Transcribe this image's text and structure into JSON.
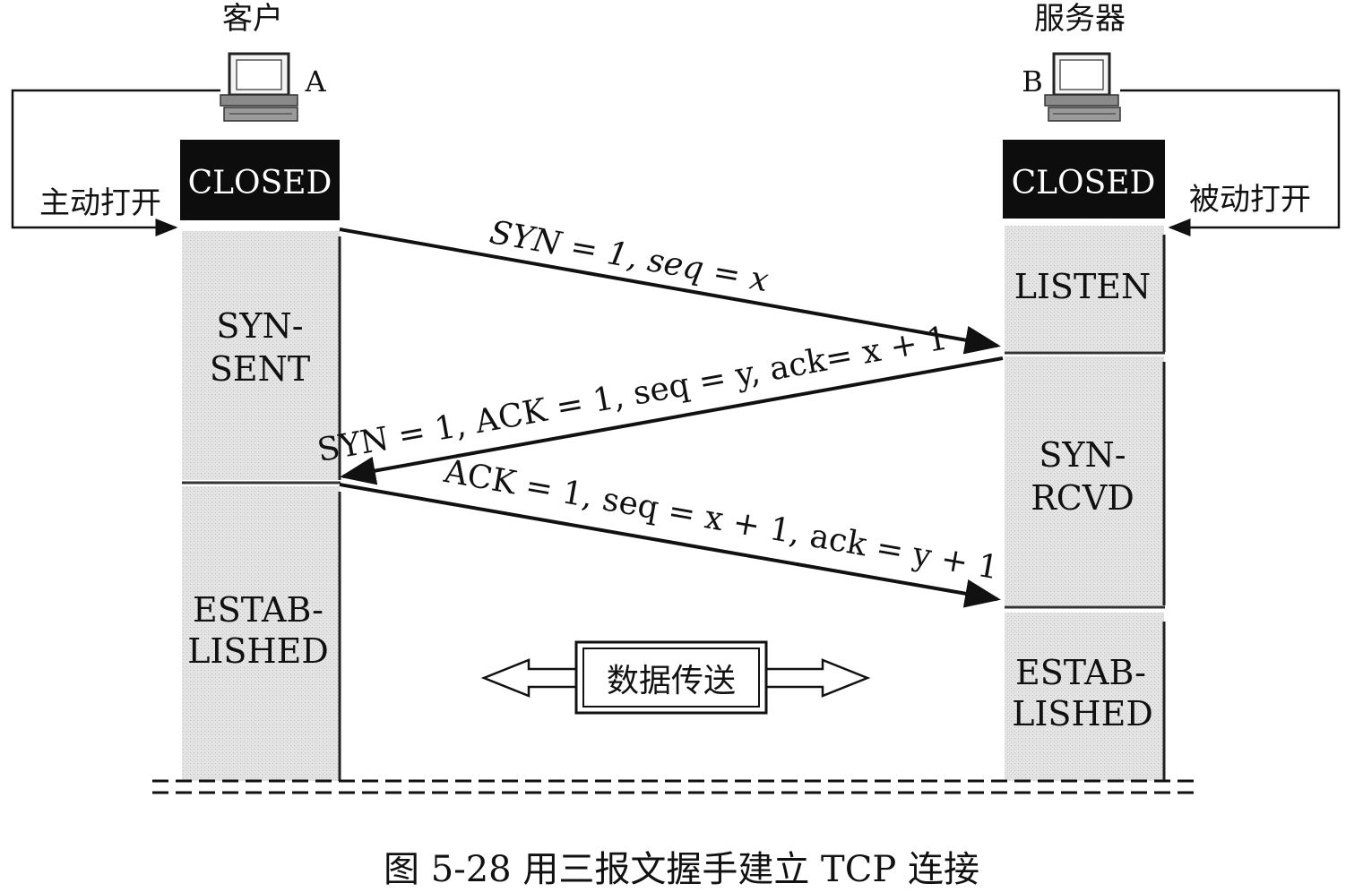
{
  "client": {
    "title": "客户",
    "host_label": "A"
  },
  "server": {
    "title": "服务器",
    "host_label": "B"
  },
  "open_labels": {
    "active": "主动打开",
    "passive": "被动打开"
  },
  "states": {
    "client_closed": "CLOSED",
    "client_syn_sent": [
      "SYN-",
      "SENT"
    ],
    "client_established": [
      "ESTAB-",
      "LISHED"
    ],
    "server_closed": "CLOSED",
    "server_listen": "LISTEN",
    "server_syn_rcvd": [
      "SYN-",
      "RCVD"
    ],
    "server_established": [
      "ESTAB-",
      "LISHED"
    ]
  },
  "messages": {
    "syn": "SYN = 1, seq = x",
    "syn_ack": "SYN = 1, ACK = 1, seq = y, ack= x + 1",
    "ack": "ACK = 1, seq = x + 1, ack = y + 1"
  },
  "data_transfer": "数据传送",
  "caption": "图 5-28  用三报文握手建立 TCP 连接"
}
